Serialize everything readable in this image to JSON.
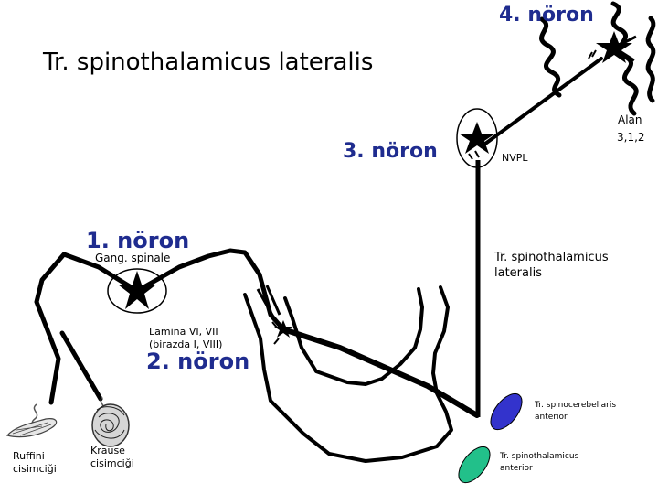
{
  "title": "Tr. spinothalamicus lateralis",
  "neurons": {
    "first": "1. nöron",
    "second": "2. nöron",
    "third": "3. nöron",
    "fourth": "4. nöron"
  },
  "labels": {
    "ganglion": "Gang. spinale",
    "lamina_line1": "Lamina VI, VII",
    "lamina_line2": "(birazda I, VIII)",
    "nvpl": "NVPL",
    "alan_line1": "Alan",
    "alan_line2": "3,1,2",
    "tract_lateral_line1": "Tr. spinothalamicus",
    "tract_lateral_line2": "lateralis",
    "spinocerebellar_line1": "Tr. spinocerebellaris",
    "spinocerebellar_line2": "anterior",
    "spinothalamic_anterior_line1": "Tr. spinothalamicus",
    "spinothalamic_anterior_line2": "anterior",
    "ruffini_line1": "Ruffini",
    "ruffini_line2": "cisimciği",
    "krause_line1": "Krause",
    "krause_line2": "cisimciği"
  },
  "colors": {
    "neuron_label": "#1f2c8f",
    "spinocerebellar_tract": "#3333cc",
    "spinothalamic_anterior_tract": "#22c08a",
    "pathway": "#000000"
  }
}
